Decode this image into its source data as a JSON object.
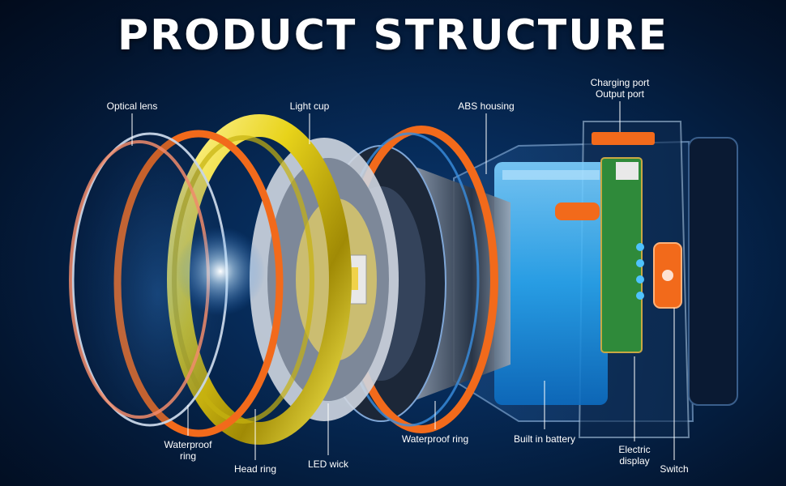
{
  "title": "PRODUCT STRUCTURE",
  "labels": {
    "optical_lens": "Optical lens",
    "light_cup": "Light cup",
    "abs_housing": "ABS housing",
    "charging_port": "Charging port",
    "output_port": "Output port",
    "waterproof_ring_front_1": "Waterproof",
    "waterproof_ring_front_2": "ring",
    "head_ring": "Head ring",
    "led_wick": "LED wick",
    "waterproof_ring_rear": "Waterproof ring",
    "built_in_battery": "Built in battery",
    "electric_display_1": "Electric",
    "electric_display_2": "display",
    "switch": "Switch"
  },
  "colors": {
    "background": "#062a57",
    "orange": "#f26a1b",
    "gold": "#e8d31a",
    "battery_blue": "#2aa7f0",
    "pcb_green": "#2f8a3a"
  }
}
